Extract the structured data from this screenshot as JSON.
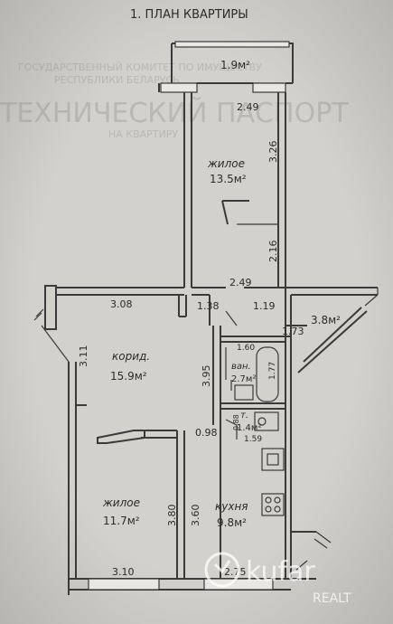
{
  "title": "1. ПЛАН КВАРТИРЫ",
  "rooms": {
    "balcony": {
      "area": "1.9м²"
    },
    "living1": {
      "name": "жилое",
      "area": "13.5м²"
    },
    "corridor": {
      "name": "корид.",
      "area": "15.9м²"
    },
    "bath": {
      "name": "ван.",
      "area": "2.7м²"
    },
    "wc": {
      "name": "т.",
      "area": "1.4м²"
    },
    "living2": {
      "name": "жилое",
      "area": "11.7м²"
    },
    "kitchen": {
      "name": "кухня",
      "area": "9.8м²"
    },
    "loggia": {
      "area": "3.8м²"
    }
  },
  "dims": {
    "d249a": "2.49",
    "d326": "3.26",
    "d216": "2.16",
    "d249b": "2.49",
    "d308": "3.08",
    "d138": "1.38",
    "d119": "1.19",
    "d173": "1.73",
    "d311": "3.11",
    "d395": "3.95",
    "d160": "1.60",
    "d177": "1.77",
    "d098": "0.98",
    "d088": "0.88",
    "d159": "1.59",
    "d380": "3.80",
    "d360": "3.60",
    "d310": "3.10",
    "d275": "2.75"
  },
  "background_text": {
    "line1": "ГОСУДАРСТВЕННЫЙ КОМИТЕТ ПО ИМУЩЕСТВУ",
    "line2": "РЕСПУБЛИКИ БЕЛАРУСЬ",
    "line3": "ТЕХНИЧЕСКИЙ ПАСПОРТ",
    "line4": "НА КВАРТИРУ"
  },
  "watermark": {
    "brand": "kufar",
    "sub": "REALT"
  },
  "colors": {
    "paper": "#c9c7c2",
    "ink": "#3a3a3a"
  }
}
